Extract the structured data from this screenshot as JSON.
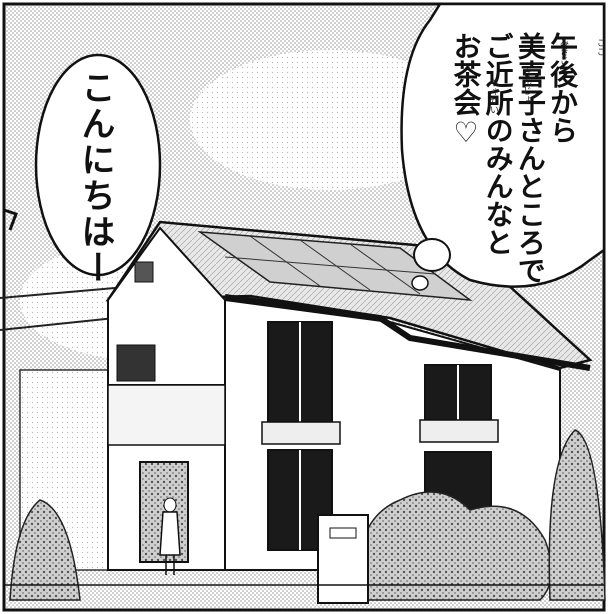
{
  "panel": {
    "bubble_left": {
      "text": "こんにちはー"
    },
    "bubble_right": {
      "lines": [
        "午後から",
        "美喜子さんところで",
        "ご近所のみんなと",
        "お茶会♡"
      ],
      "ruby": {
        "gogo": "ごご",
        "mikiko": "みきこ",
        "kinjo": "きんじょ",
        "chakai": "ちゃかい"
      }
    }
  }
}
